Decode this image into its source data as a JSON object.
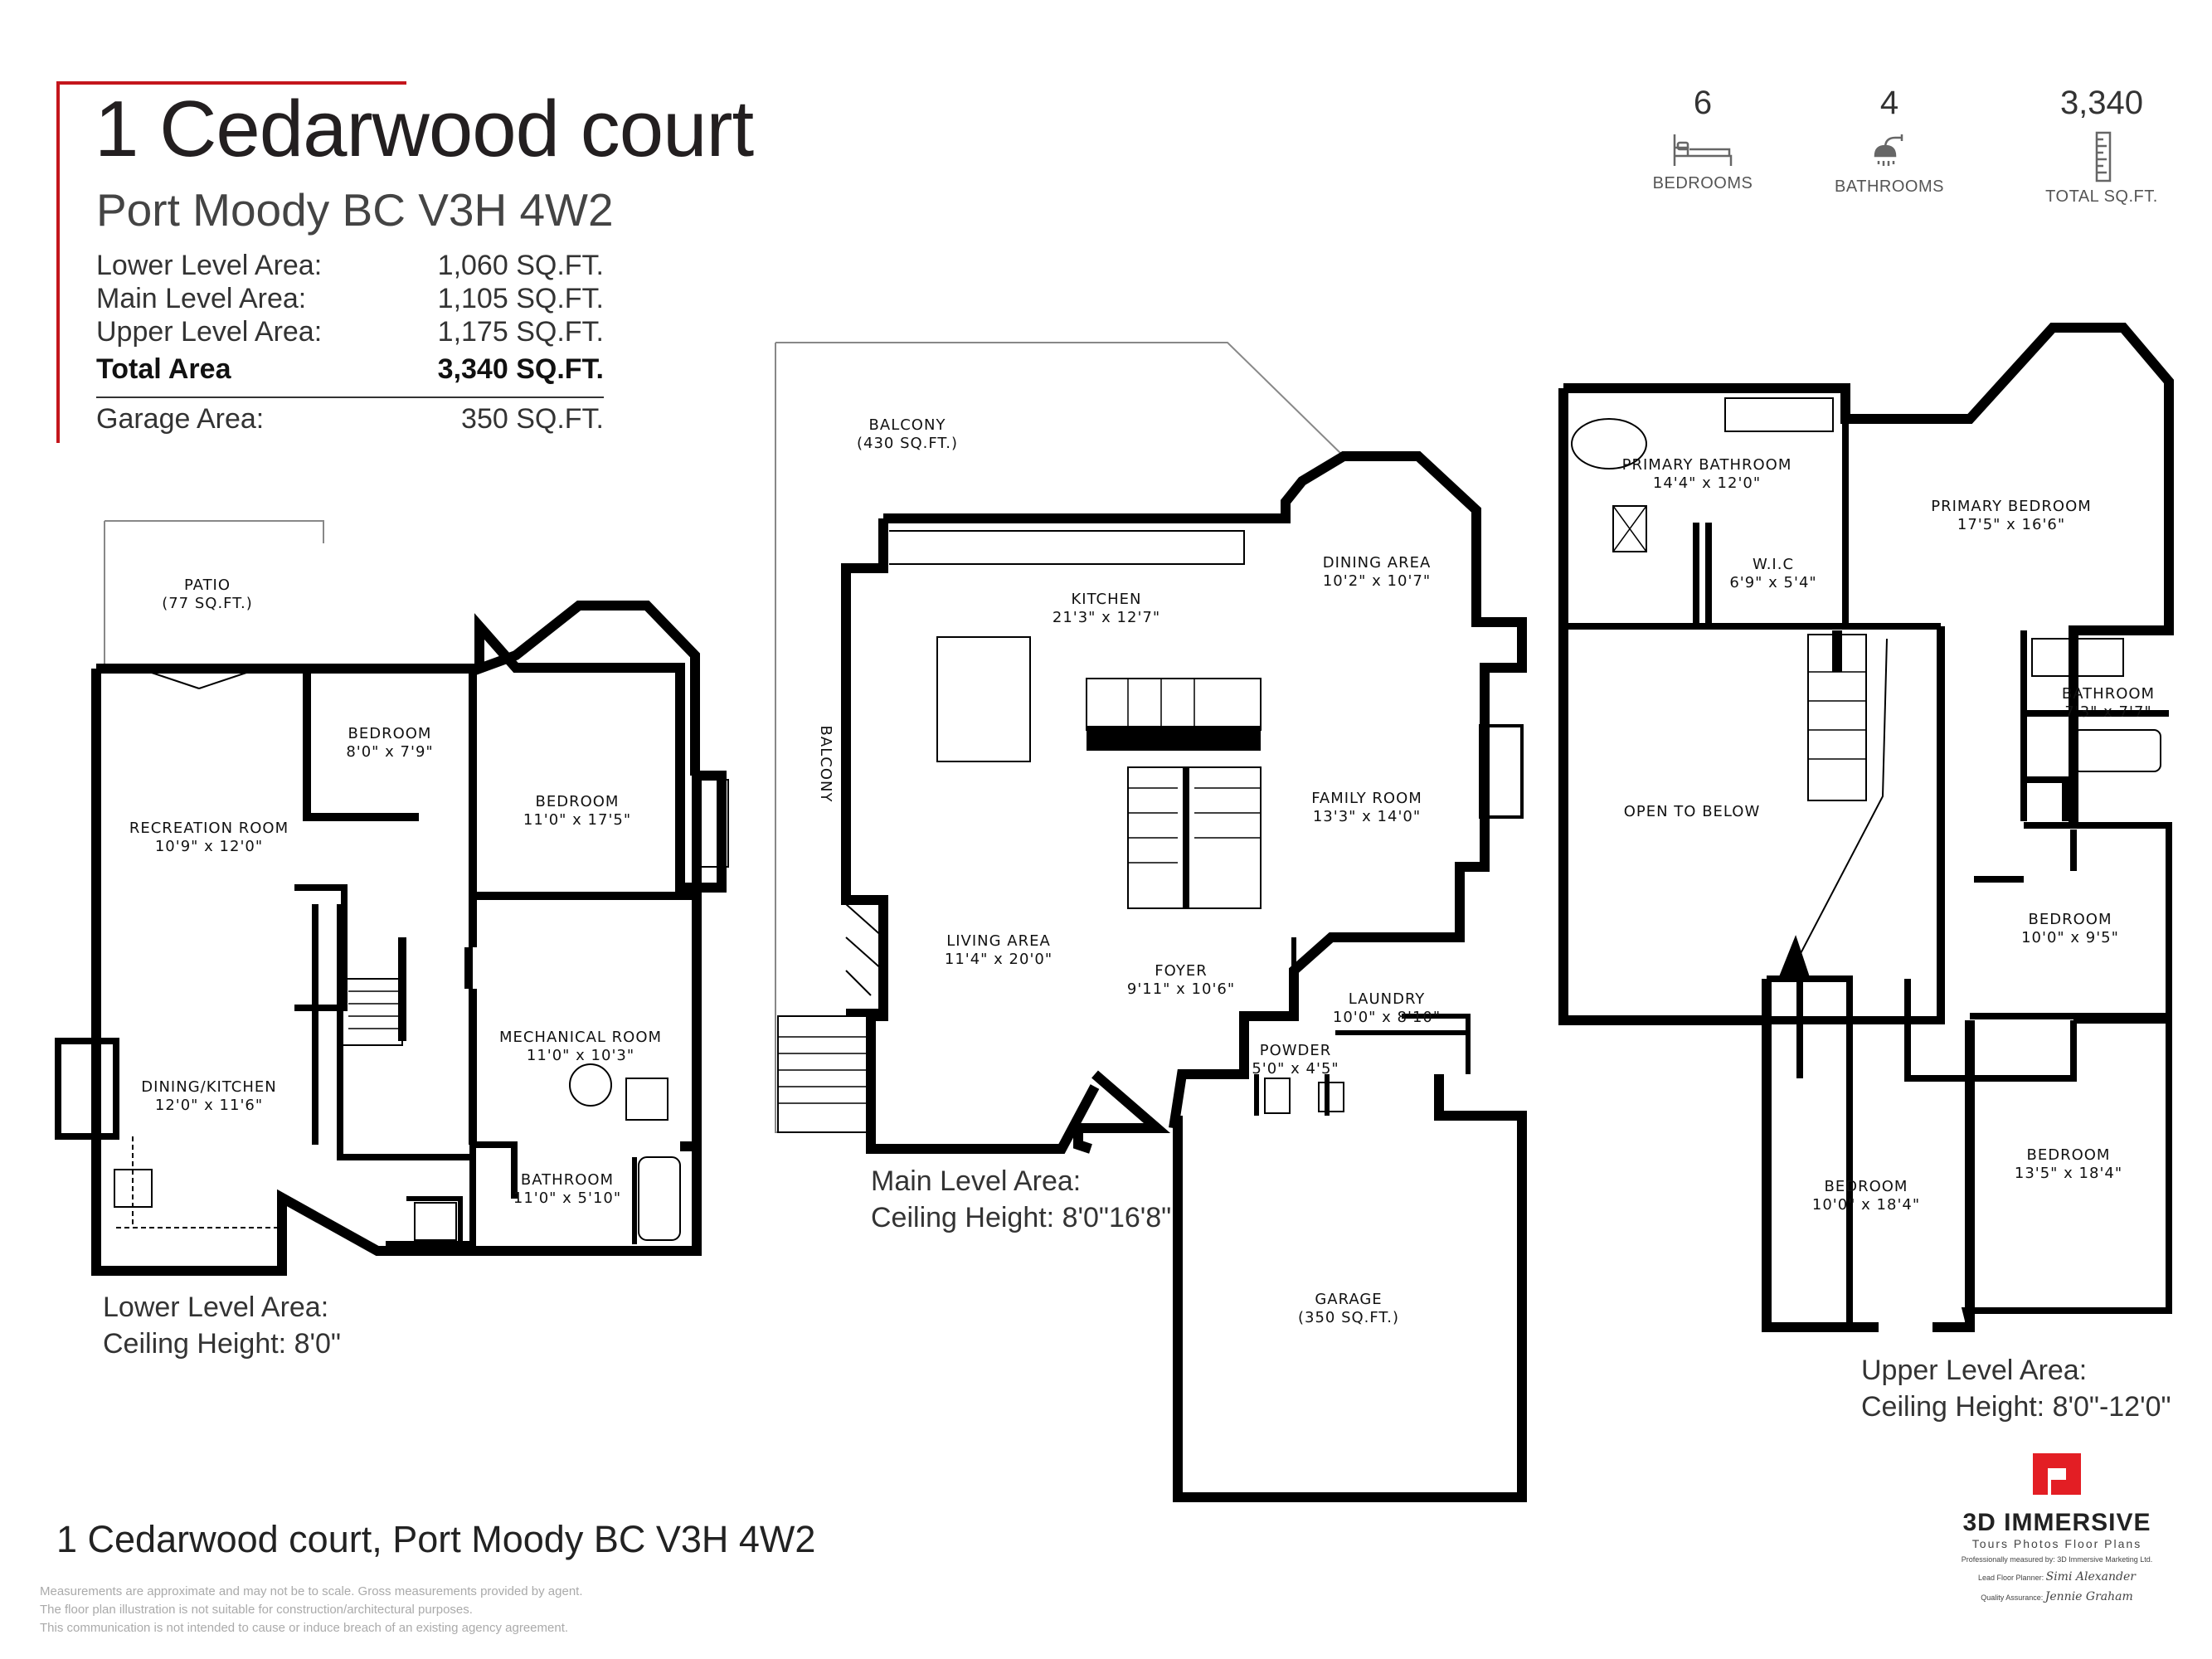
{
  "header": {
    "title": "1 Cedarwood court",
    "subtitle": "Port Moody BC V3H 4W2",
    "areas": [
      {
        "label": "Lower Level Area:",
        "value": "1,060 SQ.FT."
      },
      {
        "label": "Main Level Area:",
        "value": "1,105 SQ.FT."
      },
      {
        "label": "Upper Level Area:",
        "value": "1,175 SQ.FT."
      }
    ],
    "total": {
      "label": "Total Area",
      "value": "3,340 SQ.FT."
    },
    "garage": {
      "label": "Garage Area:",
      "value": "350 SQ.FT."
    },
    "accent_color": "#c4161c"
  },
  "stats": [
    {
      "number": "6",
      "label": "BEDROOMS",
      "icon": "bed-icon"
    },
    {
      "number": "4",
      "label": "BATHROOMS",
      "icon": "shower-icon"
    },
    {
      "number": "3,340",
      "label": "TOTAL SQ.FT.",
      "icon": "ruler-icon"
    }
  ],
  "lower_level": {
    "rooms": [
      {
        "name": "PATIO",
        "dims": "(77 SQ.FT.)"
      },
      {
        "name": "BEDROOM",
        "dims": "8'0\" x 7'9\""
      },
      {
        "name": "BEDROOM",
        "dims": "11'0\" x 17'5\""
      },
      {
        "name": "RECREATION ROOM",
        "dims": "10'9\" x 12'0\""
      },
      {
        "name": "MECHANICAL ROOM",
        "dims": "11'0\" x 10'3\""
      },
      {
        "name": "DINING/KITCHEN",
        "dims": "12'0\" x 11'6\""
      },
      {
        "name": "BATHROOM",
        "dims": "11'0\" x 5'10\""
      }
    ],
    "caption1": "Lower Level Area:",
    "caption2": "Ceiling Height: 8'0\""
  },
  "main_level": {
    "rooms": [
      {
        "name": "BALCONY",
        "dims": "(430 SQ.FT.)"
      },
      {
        "name": "DINING AREA",
        "dims": "10'2\" x 10'7\""
      },
      {
        "name": "KITCHEN",
        "dims": "21'3\" x 12'7\""
      },
      {
        "name": "BALCONY",
        "dims": ""
      },
      {
        "name": "FAMILY ROOM",
        "dims": "13'3\" x 14'0\""
      },
      {
        "name": "LIVING AREA",
        "dims": "11'4\" x 20'0\""
      },
      {
        "name": "FOYER",
        "dims": "9'11\" x 10'6\""
      },
      {
        "name": "LAUNDRY",
        "dims": "10'0\" x 8'10\""
      },
      {
        "name": "POWDER",
        "dims": "5'0\" x 4'5\""
      },
      {
        "name": "GARAGE",
        "dims": "(350 SQ.FT.)"
      }
    ],
    "caption1": "Main Level Area:",
    "caption2": "Ceiling Height: 8'0\"16'8\""
  },
  "upper_level": {
    "rooms": [
      {
        "name": "PRIMARY BATHROOM",
        "dims": "14'4\" x 12'0\""
      },
      {
        "name": "PRIMARY BEDROOM",
        "dims": "17'5\" x 16'6\""
      },
      {
        "name": "W.I.C",
        "dims": "6'9\" x 5'4\""
      },
      {
        "name": "BATHROOM",
        "dims": "7'3\" x 7'7\""
      },
      {
        "name": "OPEN TO BELOW",
        "dims": ""
      },
      {
        "name": "BEDROOM",
        "dims": "10'0\" x 9'5\""
      },
      {
        "name": "BEDROOM",
        "dims": "13'5\" x 18'4\""
      },
      {
        "name": "BEDROOM",
        "dims": "10'0\" x 18'4\""
      }
    ],
    "caption1": "Upper Level Area:",
    "caption2": "Ceiling Height: 8'0\"-12'0\""
  },
  "footer": {
    "address": "1 Cedarwood court, Port Moody BC V3H 4W2",
    "disclaimer": [
      "Measurements are approximate and may not be to scale. Gross measurements provided by agent.",
      "The floor plan illustration is not suitable for construction/architectural purposes.",
      "This communication is not intended to cause or induce breach of an existing agency agreement."
    ]
  },
  "brand": {
    "name": "3D IMMERSIVE",
    "tagline": "Tours  Photos  Floor Plans",
    "credit": "Professionally measured by: 3D Immersive Marketing Ltd.",
    "lead_label": "Lead Floor Planner:",
    "lead_signature": "Simi Alexander",
    "qa_label": "Quality Assurance:",
    "qa_signature": "Jennie Graham",
    "color": "#e31e24"
  }
}
